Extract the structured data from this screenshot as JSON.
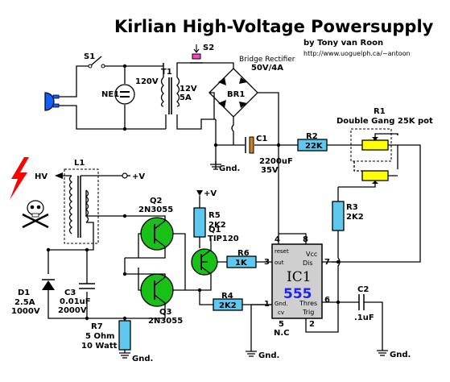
{
  "title": "Kirlian High-Voltage Powersupply",
  "author": "by Tony van Roon",
  "url": "http://www.uoguelph.ca/~antoon",
  "components": {
    "s1": "S1",
    "s2": "S2",
    "ne1": "NE1",
    "t1": "T1",
    "primary": "120V",
    "secondary_v": "12V",
    "secondary_a": "5A",
    "bridge_label": "Bridge Rectifier",
    "bridge_rating": "50V/4A",
    "br1": "BR1",
    "c1": "C1",
    "c1_value": "2200uF",
    "c1_voltage": "35V",
    "r2": "R2",
    "r2_value": "22K",
    "r1": "R1",
    "r1_desc": "Double Gang 25K pot",
    "l1": "L1",
    "hv": "HV",
    "plus_v": "+V",
    "q2": "Q2",
    "q2_type": "2N3055",
    "q3": "Q3",
    "q3_type": "2N3055",
    "q1": "Q1",
    "q1_type": "TIP120",
    "r5": "R5",
    "r5_value": "2K2",
    "r6": "R6",
    "r6_value": "1K",
    "r4": "R4",
    "r4_value": "2K2",
    "r3": "R3",
    "r3_value": "2K2",
    "d1": "D1",
    "d1_current": "2.5A",
    "d1_voltage": "1000V",
    "c3": "C3",
    "c3_value": "0.01uF",
    "c3_voltage": "2000V",
    "r7": "R7",
    "r7_value": "5 Ohm",
    "r7_watt": "10 Watt",
    "c2": "C2",
    "c2_value": ".1uF",
    "gnd": "Gnd.",
    "nc": "N.C"
  },
  "ic": {
    "name": "IC1",
    "part": "555",
    "pin_reset": "reset",
    "pin_out": "out",
    "pin_vcc": "Vcc",
    "pin_dis": "Dis",
    "pin_gnd": "Gnd.",
    "pin_thres": "Thres",
    "pin_cv": "cv",
    "pin_trig": "Trig",
    "pins": [
      "1",
      "2",
      "3",
      "4",
      "5",
      "6",
      "7",
      "8"
    ]
  },
  "colors": {
    "component_fill": "#5fc8ee",
    "transistor_fill": "#18c018",
    "pot_fill": "#ffff00",
    "ic_fill": "#cfcfcf",
    "ic_part_color": "#2020ff",
    "hv_spark_color": "#ff0000",
    "plug_color": "#1060ff",
    "switch_color": "#ff40c0"
  }
}
